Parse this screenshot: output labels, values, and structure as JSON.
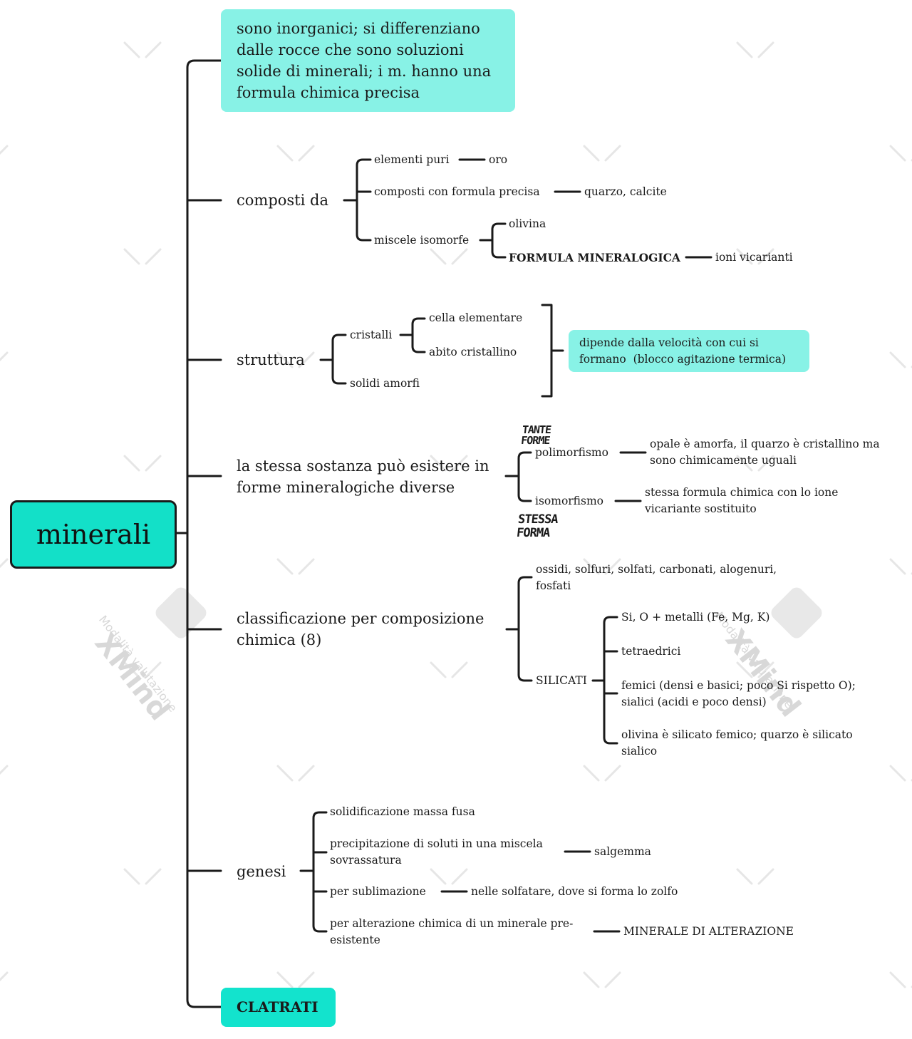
{
  "central": {
    "label": "minerali"
  },
  "watermark": {
    "brand": "XMind",
    "subtitle": "Modalità valutazione"
  },
  "definition": {
    "text": "sono inorganici; si differenziano\ndalle rocce che sono soluzioni\nsolide di minerali; i m. hanno una\nformula chimica precisa"
  },
  "composti": {
    "label": "composti da",
    "elementi_puri": "elementi puri",
    "oro": "oro",
    "formula_precisa": "composti con formula precisa",
    "quarzo_calcite": "quarzo, calcite",
    "miscele": "miscele isomorfe",
    "olivina": "olivina",
    "formula_mineralogica": "FORMULA MINERALOGICA",
    "ioni_vicarianti": "ioni vicarianti"
  },
  "struttura": {
    "label": "struttura",
    "cristalli": "cristalli",
    "cella": "cella elementare",
    "abito": "abito cristallino",
    "amorfi": "solidi amorfi",
    "note": "dipende dalla velocità con cui si\nformano  (blocco agitazione termica)"
  },
  "forme": {
    "label": "la stessa sostanza può esistere in\nforme mineralogiche diverse",
    "polimorfismo": "polimorfismo",
    "polimorfismo_desc": "opale è amorfa, il quarzo è cristallino ma\nsono chimicamente uguali",
    "isomorfismo": "isomorfismo",
    "isomorfismo_desc": "stessa formula chimica con lo ione\nvicariante sostituito",
    "handwritten_poli": "TANTE\nFORME",
    "handwritten_iso": "STESSA\nFORMA"
  },
  "classificazione": {
    "label": "classificazione per composizione\nchimica (8)",
    "ossidi": "ossidi, solfuri, solfati, carbonati, alogenuri,\nfosfati",
    "silicati": "SILICATI",
    "si_o": "Si, O + metalli (Fe, Mg, K)",
    "tetraedrici": "tetraedrici",
    "femici": "femici (densi e basici; poco Si rispetto O);\nsialici (acidi e poco densi)",
    "olivina": "olivina è silicato femico; quarzo è silicato\nsialico"
  },
  "genesi": {
    "label": "genesi",
    "solidificazione": "solidificazione massa fusa",
    "precipitazione": "precipitazione di soluti in una miscela\nsovrassatura",
    "salgemma": "salgemma",
    "sublimazione": "per sublimazione",
    "solfatare": "nelle solfatare, dove si forma lo zolfo",
    "alterazione": "per alterazione chimica di un minerale pre-\nesistente",
    "minerale_alterazione": "MINERALE DI ALTERAZIONE"
  },
  "clatrati": {
    "label": "CLATRATI"
  },
  "colors": {
    "central": "#13e0c8",
    "highlight": "#88f2e6",
    "clatrati": "#13e3cd",
    "line": "#1a1a1a"
  }
}
